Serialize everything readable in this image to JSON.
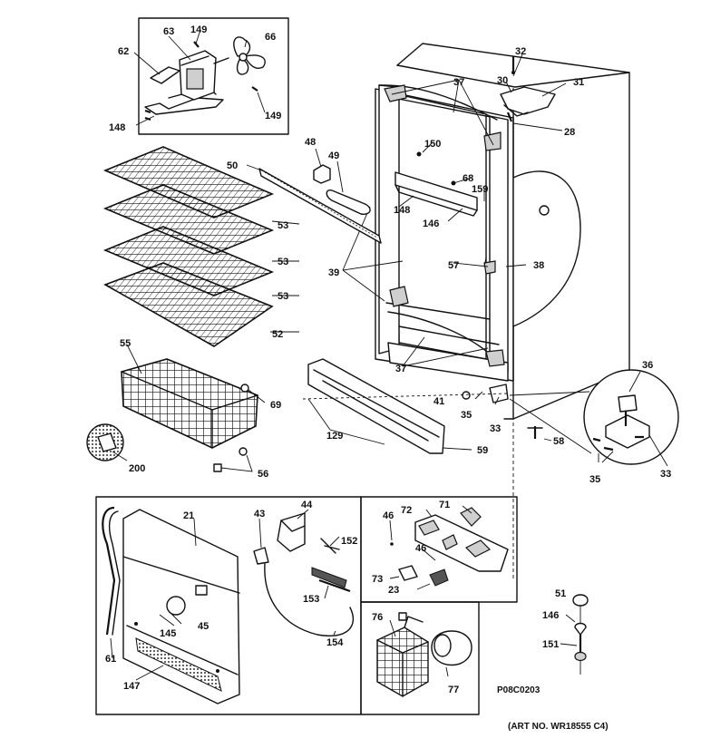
{
  "diagram_id": "P08C0203",
  "art_number": "(ART NO. WR18555 C4)",
  "labels": {
    "l63": "63",
    "l149a": "149",
    "l66": "66",
    "l62": "62",
    "l148a": "148",
    "l149b": "149",
    "l48": "48",
    "l49": "49",
    "l50": "50",
    "l37a": "37",
    "l32": "32",
    "l30": "30",
    "l31": "31",
    "l28": "28",
    "l150": "150",
    "l68": "68",
    "l159": "159",
    "l148b": "148",
    "l146a": "146",
    "l53a": "53",
    "l53b": "53",
    "l53c": "53",
    "l52": "52",
    "l39": "39",
    "l57": "57",
    "l38": "38",
    "l55": "55",
    "l69": "69",
    "l37b": "37",
    "l41": "41",
    "l35a": "35",
    "l33a": "33",
    "l36": "36",
    "l129": "129",
    "l59": "59",
    "l58": "58",
    "l200": "200",
    "l56": "56",
    "l35b": "35",
    "l33b": "33",
    "l21": "21",
    "l43": "43",
    "l44": "44",
    "l152": "152",
    "l153": "153",
    "l154": "154",
    "l45": "45",
    "l145": "145",
    "l61": "61",
    "l147": "147",
    "l72": "72",
    "l71": "71",
    "l46a": "46",
    "l46b": "46",
    "l73": "73",
    "l23": "23",
    "l76": "76",
    "l77": "77",
    "l51": "51",
    "l146b": "146",
    "l151": "151"
  }
}
